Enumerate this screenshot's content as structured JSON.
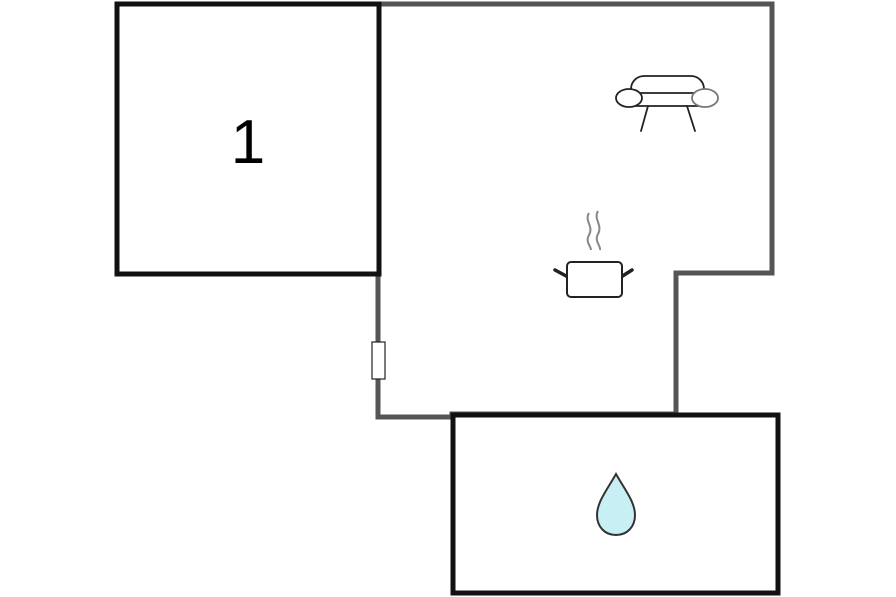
{
  "floorplan": {
    "rooms": [
      {
        "id": "bedroom-1",
        "label": "1",
        "type": "bedroom"
      },
      {
        "id": "living-kitchen",
        "label": "",
        "type": "living-kitchen"
      },
      {
        "id": "bathroom",
        "label": "",
        "type": "bathroom"
      }
    ],
    "icons": [
      {
        "name": "sofa-icon",
        "room": "living-kitchen"
      },
      {
        "name": "cooking-pot-icon",
        "room": "living-kitchen"
      },
      {
        "name": "water-drop-icon",
        "room": "bathroom"
      },
      {
        "name": "door-icon",
        "room": "living-kitchen"
      }
    ],
    "colors": {
      "wall_dark": "#111111",
      "wall_gray": "#555555",
      "background": "#ffffff",
      "water": "#c8f0f4",
      "icon_stroke": "#222222",
      "steam": "#888888"
    }
  }
}
